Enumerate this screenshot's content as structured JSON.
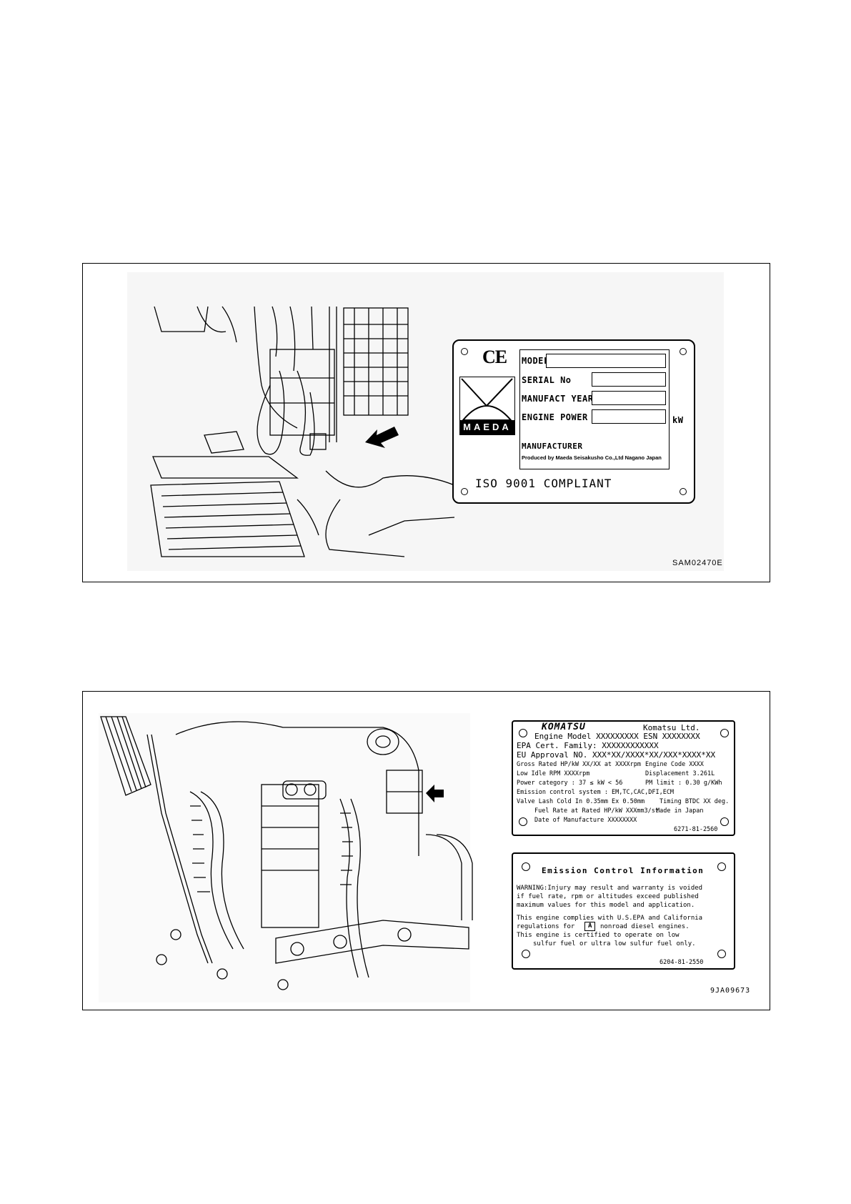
{
  "figure1": {
    "plate": {
      "ce_mark": "CE",
      "logo_text": "MAEDA",
      "model_label": "MODEL",
      "serial_label": "SERIAL No",
      "year_label": "MANUFACT YEAR",
      "power_label": "ENGINE POWER",
      "power_unit": "kW",
      "manufacturer_label": "MANUFACTURER",
      "produced_by": "Produced by Maeda Seisakusho Co.,Ltd Nagano Japan",
      "iso_text": "ISO 9001 COMPLIANT"
    },
    "ref_code": "SAM02470E"
  },
  "figure2": {
    "engine_plate": {
      "brand": "KOMATSU",
      "company": "Komatsu Ltd.",
      "engine_model": "Engine Model XXXXXXXXX ESN XXXXXXXX",
      "epa_family": "EPA Cert. Family: XXXXXXXXXXXX",
      "eu_approval": "EU Approval NO. XXX*XX/XXXX*XX/XXX*XXXX*XX",
      "gross_rated": "Gross Rated HP/kW XX/XX at XXXXrpm",
      "engine_code": "Engine Code XXXX",
      "low_idle": "Low Idle RPM XXXXrpm",
      "displacement": "Displacement 3.261L",
      "power_category": "Power category : 37 ≤ kW < 56",
      "pm_limit": "PM limit : 0.30 g/KWh",
      "emission_system": "Emission control system : EM,TC,CAC,DFI,ECM",
      "valve_lash": "Valve Lash Cold In 0.35mm  Ex 0.50mm",
      "timing": "Timing BTDC XX deg.",
      "fuel_rate": "Fuel Rate at Rated HP/kW XXXmm3/st",
      "made_in": "Made in Japan",
      "date_mfg": "Date of Manufacture XXXXXXXX",
      "part_no": "6271-81-2560"
    },
    "emission_plate": {
      "title": "Emission Control Information",
      "warning_1": "WARNING:Injury may result and warranty is voided",
      "warning_2": "if fuel rate, rpm or altitudes exceed published",
      "warning_3": "maximum values for this model and application.",
      "comply_1": "This engine complies with U.S.EPA and California",
      "comply_2a": "regulations for",
      "comply_2_box": "A",
      "comply_2b": "nonroad diesel engines.",
      "certified_1": "This engine is certified to operate on low",
      "certified_2": "sulfur fuel or ultra low sulfur fuel only.",
      "part_no": "6204-81-2550"
    },
    "ref_code": "9JA09673"
  }
}
